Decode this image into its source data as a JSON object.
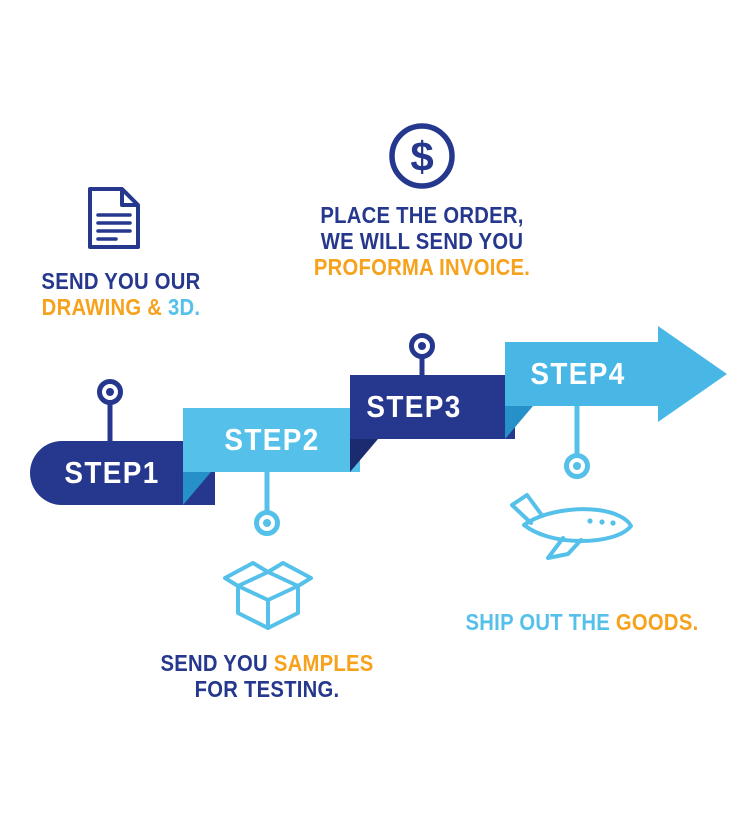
{
  "colors": {
    "navy": "#26388D",
    "navyDark": "#1B2B6F",
    "sky": "#55C0E9",
    "sky2": "#49B7E5",
    "skyDark": "#2691C8",
    "orange": "#F6A21C"
  },
  "steps": [
    {
      "label": "STEP1"
    },
    {
      "label": "STEP2"
    },
    {
      "label": "STEP3"
    },
    {
      "label": "STEP4"
    }
  ],
  "captions": {
    "drawing": {
      "line1": "SEND YOU OUR",
      "line2_orange": "DRAWING & ",
      "line2_blue": "3D."
    },
    "invoice": {
      "line1": "PLACE THE ORDER,",
      "line2": "WE WILL SEND YOU",
      "line3": "PROFORMA INVOICE."
    },
    "samples": {
      "line1_navy": "SEND YOU ",
      "line1_orange": "SAMPLES",
      "line2": "FOR TESTING."
    },
    "ship": {
      "line1_blue": "SHIP OUT THE ",
      "line1_orange": "GOODS."
    }
  },
  "icons": {
    "dollar": {
      "name": "dollar-circle-icon",
      "glyph": "$"
    },
    "document": {
      "name": "document-icon"
    },
    "box": {
      "name": "package-box-icon"
    },
    "plane": {
      "name": "airplane-icon"
    }
  }
}
